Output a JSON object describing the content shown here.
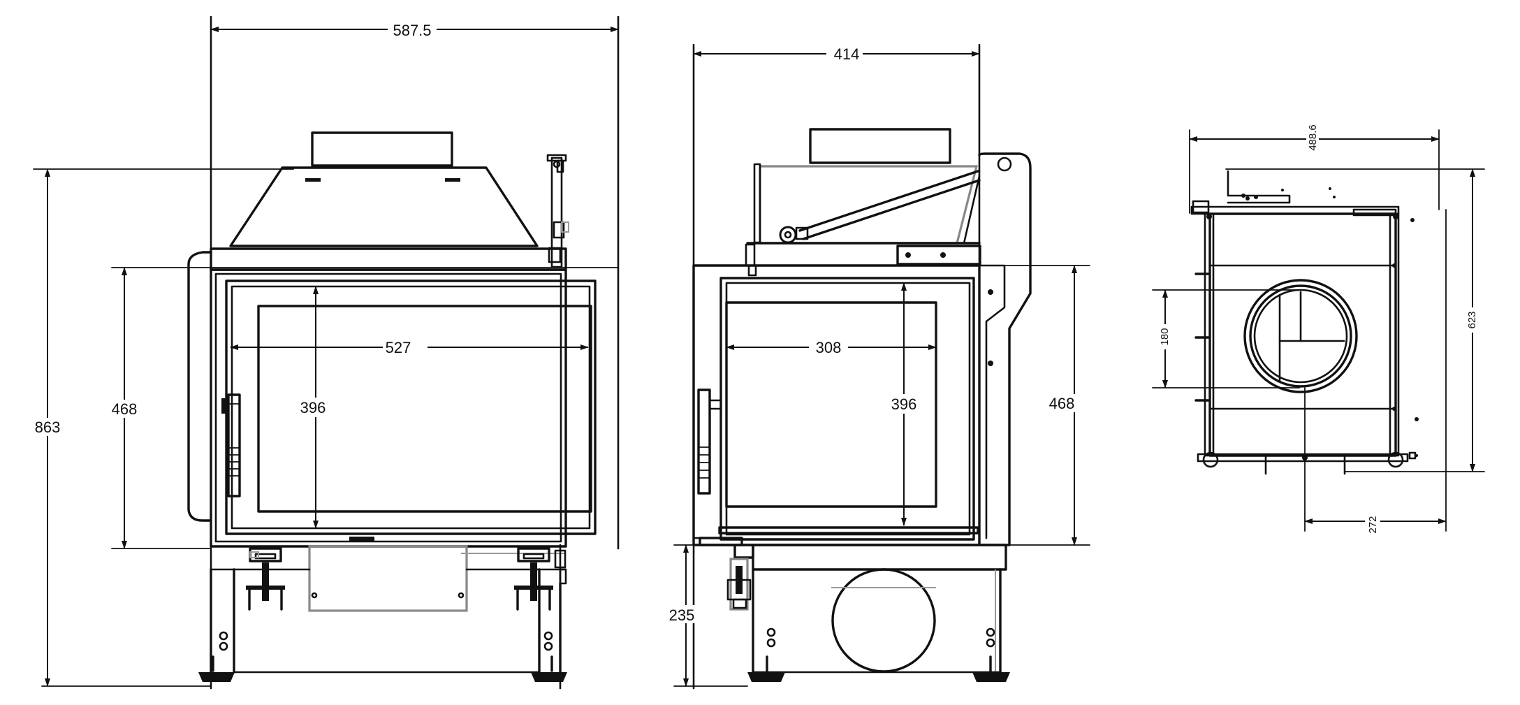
{
  "drawing": {
    "front_view": {
      "overall_width": "587.5",
      "overall_height": "863",
      "door_height": "468",
      "glass_width": "527",
      "glass_height": "396"
    },
    "side_view": {
      "overall_width": "414",
      "door_height": "468",
      "glass_width": "308",
      "glass_height": "396",
      "base_height": "235"
    },
    "top_view": {
      "overall_width": "488.6",
      "overall_depth": "623",
      "flue_diameter": "180",
      "flue_offset": "272"
    }
  }
}
